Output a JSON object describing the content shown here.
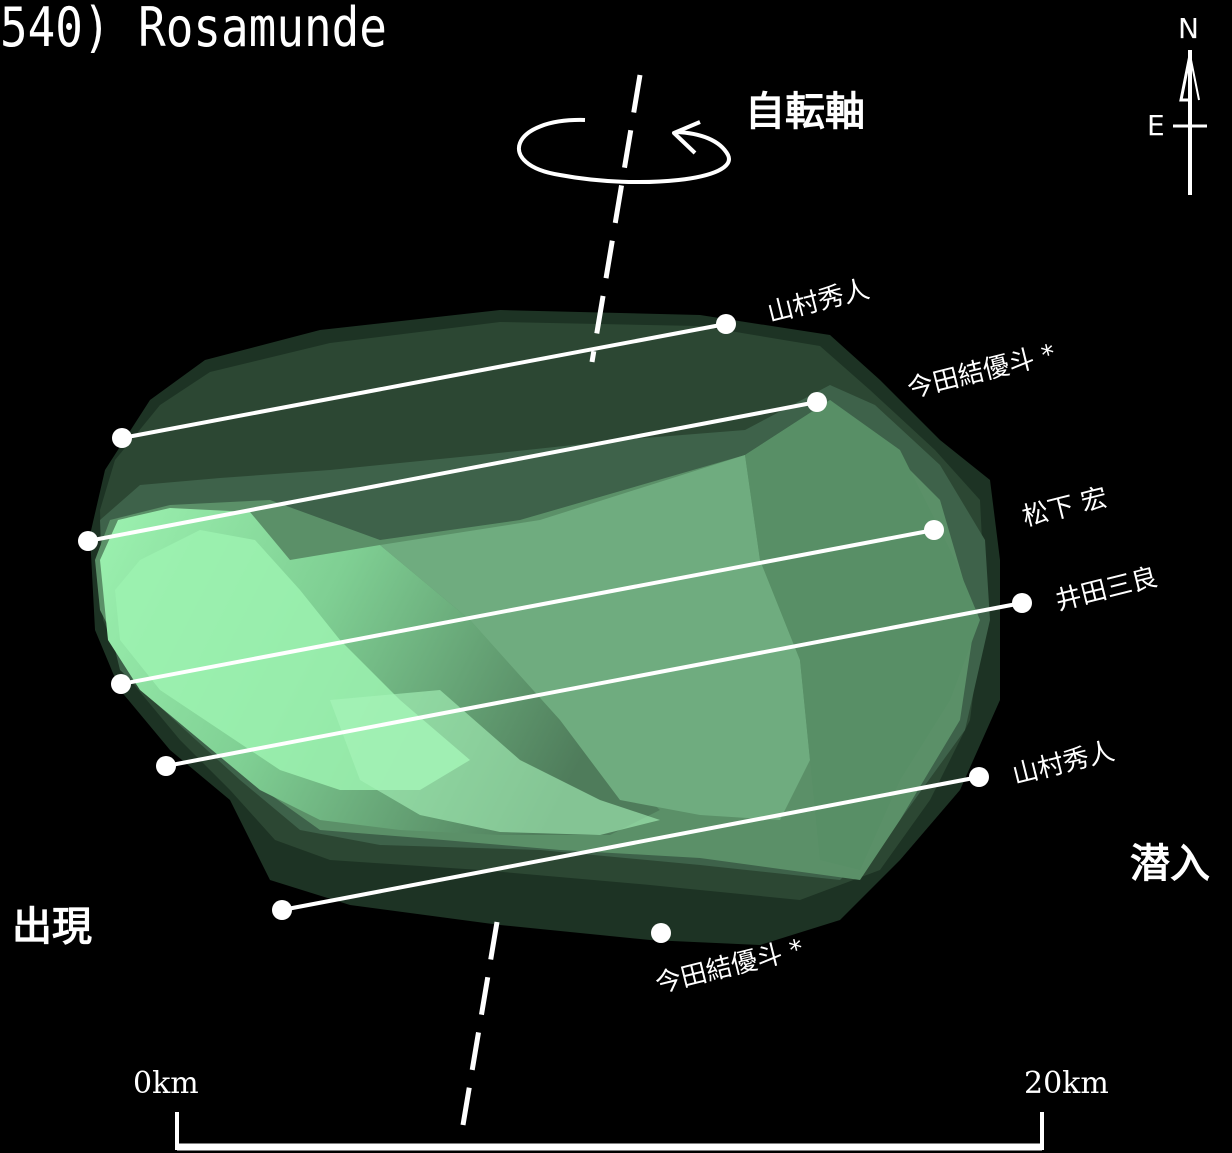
{
  "title": "540) Rosamunde",
  "rotation_axis_label": "自転軸",
  "compass": {
    "north": "N",
    "east": "E"
  },
  "disappear_label": "潜入",
  "reappear_label": "出現",
  "chords": [
    {
      "observer": "山村秀人"
    },
    {
      "observer": "今田結優斗 *"
    },
    {
      "observer": "松下 宏"
    },
    {
      "observer": "井田三良"
    },
    {
      "observer": "山村秀人"
    }
  ],
  "point_label": "今田結優斗 *",
  "scale": {
    "start_label": "0km",
    "end_label": "20km"
  },
  "colors": {
    "background": "#000000",
    "body_light": "#9cf2b0",
    "body_mid": "#6aa87a",
    "body_dark": "#2c4733",
    "line": "#ffffff"
  }
}
